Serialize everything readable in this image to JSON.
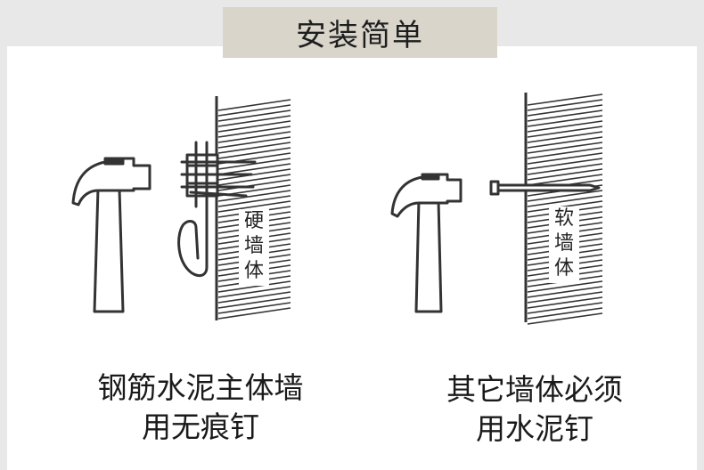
{
  "header": {
    "title": "安装简单"
  },
  "left": {
    "wall_label": "硬\n墙\n体",
    "caption_line1": "钢筋水泥主体墙",
    "caption_line2": "用无痕钉"
  },
  "right": {
    "wall_label": "软\n墙\n体",
    "caption_line1": "其它墙体必须",
    "caption_line2": "用水泥钉"
  },
  "icons": [
    "hammer-icon",
    "hook-icon",
    "concrete-nail-icon",
    "wall-icon"
  ],
  "colors": {
    "line": "#333333",
    "header_bg": "#d9d5cb"
  }
}
